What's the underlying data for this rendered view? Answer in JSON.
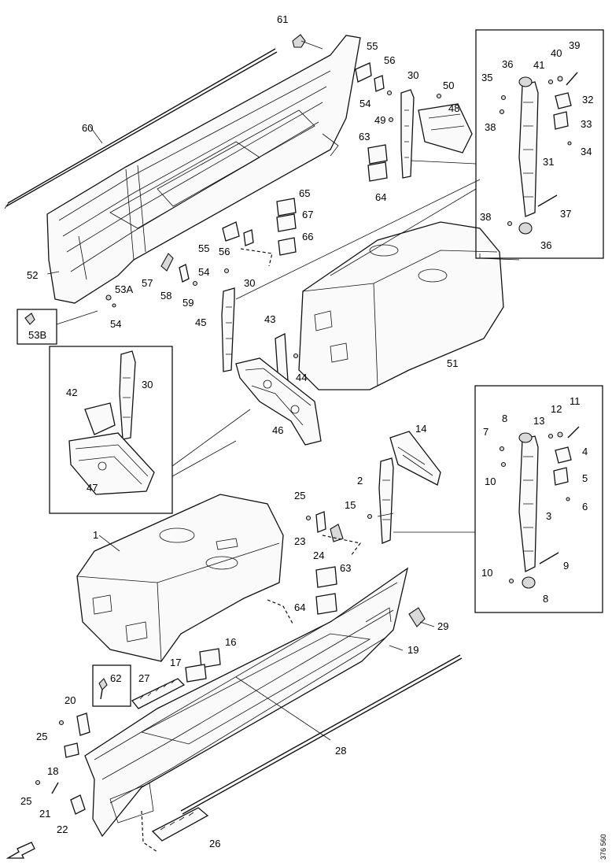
{
  "figure": {
    "drawing_code": "376 560",
    "labels": {
      "p1": "1",
      "p2": "2",
      "p3": "3",
      "p4": "4",
      "p5": "5",
      "p6": "6",
      "p7": "7",
      "p8a": "8",
      "p8b": "8",
      "p9": "9",
      "p10a": "10",
      "p10b": "10",
      "p11": "11",
      "p12": "12",
      "p13": "13",
      "p14": "14",
      "p15": "15",
      "p16": "16",
      "p17": "17",
      "p18": "18",
      "p19": "19",
      "p20": "20",
      "p21": "21",
      "p22": "22",
      "p23": "23",
      "p24": "24",
      "p25a": "25",
      "p25b": "25",
      "p25c": "25",
      "p26": "26",
      "p27": "27",
      "p28": "28",
      "p29": "29",
      "p30a": "30",
      "p30b": "30",
      "p30c": "30",
      "p31": "31",
      "p32": "32",
      "p33": "33",
      "p34": "34",
      "p35": "35",
      "p36a": "36",
      "p36b": "36",
      "p37": "37",
      "p38a": "38",
      "p38b": "38",
      "p39": "39",
      "p40": "40",
      "p41": "41",
      "p42": "42",
      "p43": "43",
      "p44": "44",
      "p45": "45",
      "p46": "46",
      "p47": "47",
      "p48": "48",
      "p49": "49",
      "p50": "50",
      "p51": "51",
      "p52": "52",
      "p53a": "53A",
      "p53b": "53B",
      "p54a": "54",
      "p54b": "54",
      "p54c": "54",
      "p55a": "55",
      "p55b": "55",
      "p56a": "56",
      "p56b": "56",
      "p57": "57",
      "p58": "58",
      "p59": "59",
      "p60": "60",
      "p61": "61",
      "p62": "62",
      "p63a": "63",
      "p63b": "63",
      "p64a": "64",
      "p64b": "64",
      "p65": "65",
      "p66": "66",
      "p67": "67"
    }
  }
}
